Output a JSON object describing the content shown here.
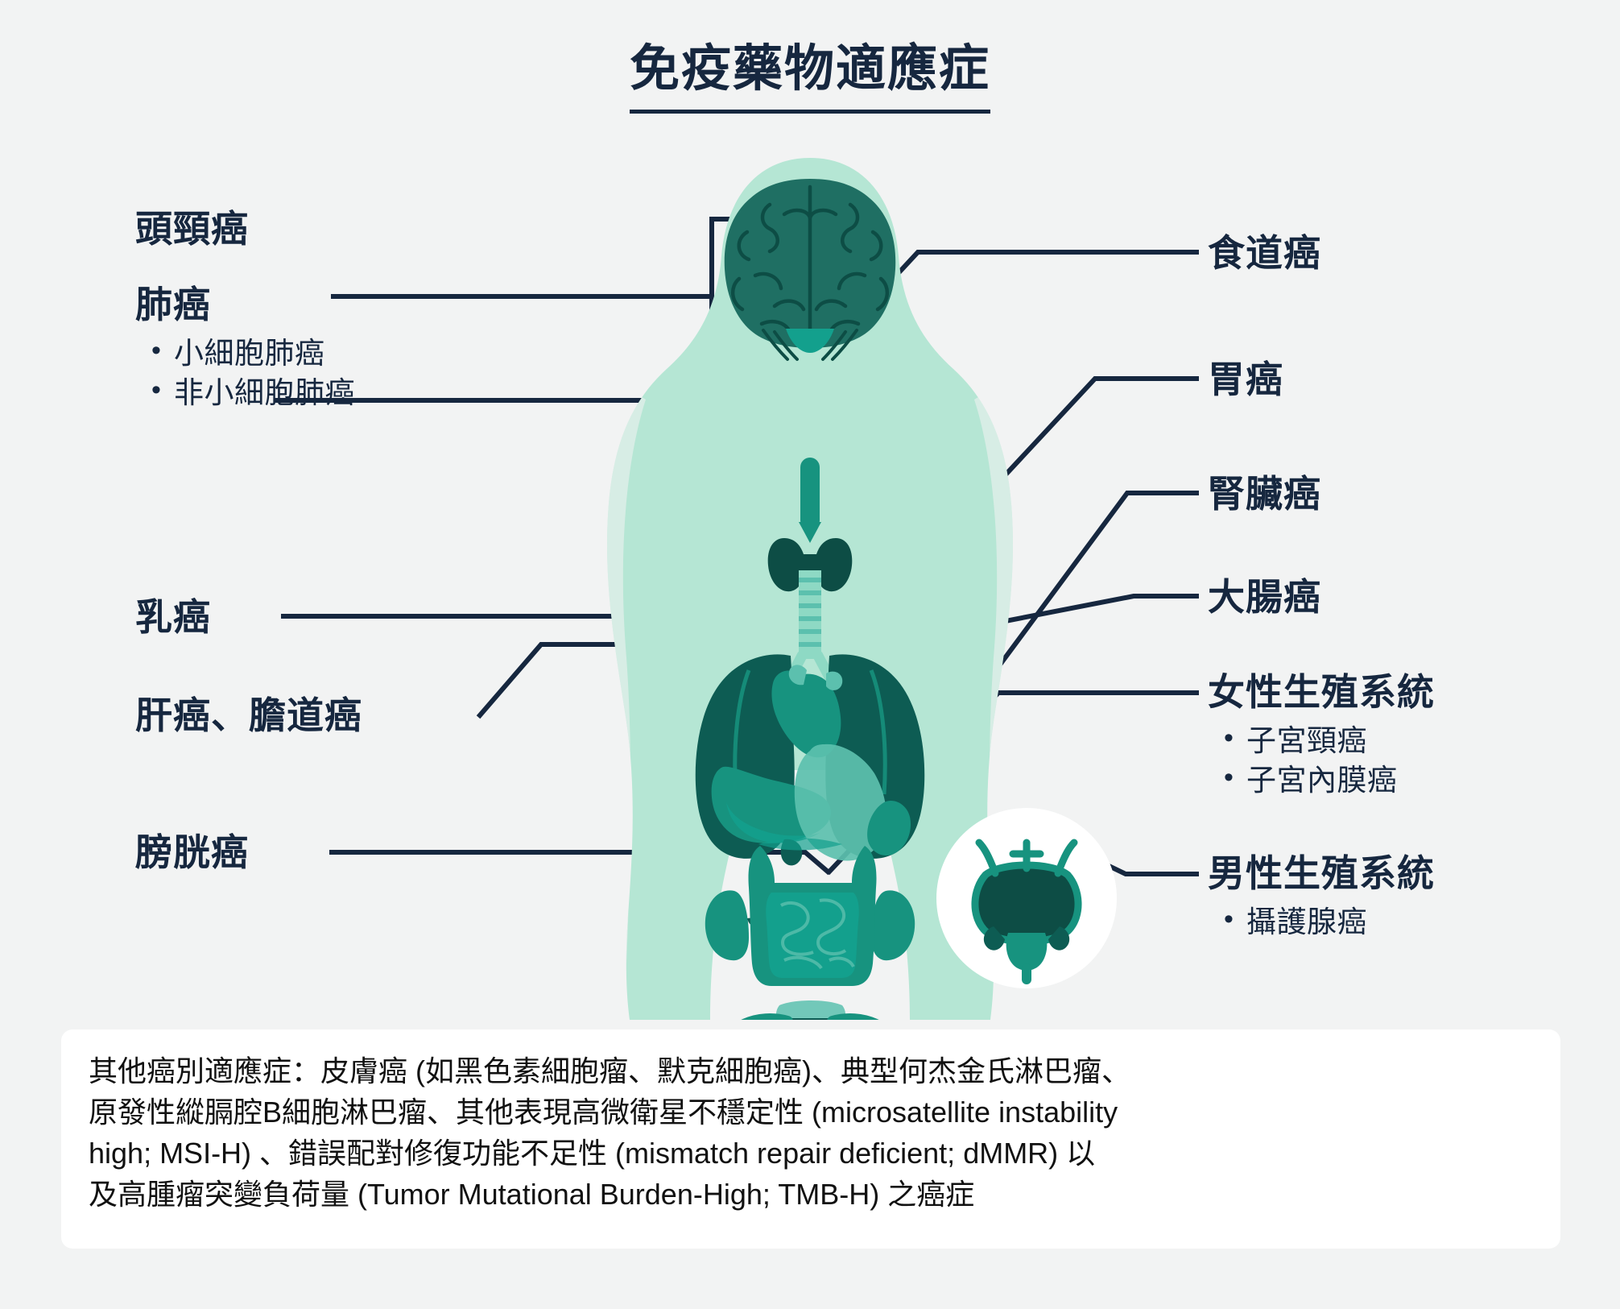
{
  "page": {
    "title": "免疫藥物適應症",
    "background_color": "#f2f3f3",
    "ink_color": "#16273f",
    "organ_colors": {
      "body_silhouette": "#b5e6d4",
      "organ_light": "#5cc0ae",
      "organ_mid": "#17937f",
      "organ_dark": "#0d5c53",
      "organ_deepest": "#0a4a44"
    }
  },
  "labels_left": [
    {
      "id": "head-neck",
      "main": "頭頸癌",
      "subs": []
    },
    {
      "id": "lung",
      "main": "肺癌",
      "subs": [
        "小細胞肺癌",
        "非小細胞肺癌"
      ]
    },
    {
      "id": "breast",
      "main": "乳癌",
      "subs": []
    },
    {
      "id": "liver-biliary",
      "main": "肝癌、膽道癌",
      "subs": []
    },
    {
      "id": "bladder",
      "main": "膀胱癌",
      "subs": []
    }
  ],
  "labels_right": [
    {
      "id": "esophageal",
      "main": "食道癌",
      "subs": []
    },
    {
      "id": "gastric",
      "main": "胃癌",
      "subs": []
    },
    {
      "id": "kidney",
      "main": "腎臟癌",
      "subs": []
    },
    {
      "id": "colorectal",
      "main": "大腸癌",
      "subs": []
    },
    {
      "id": "female-repro",
      "main": "女性生殖系統",
      "subs": [
        "子宮頸癌",
        "子宮內膜癌"
      ]
    },
    {
      "id": "male-repro",
      "main": "男性生殖系統",
      "subs": [
        "攝護腺癌"
      ]
    }
  ],
  "footnote": {
    "line1": "其他癌別適應症：皮膚癌 (如黑色素細胞瘤、默克細胞癌)、典型何杰金氏淋巴瘤、",
    "line2": "原發性縱膈腔B細胞淋巴瘤、其他表現高微衛星不穩定性 (microsatellite instability",
    "line3": "high; MSI-H) 、錯誤配對修復功能不足性 (mismatch repair deficient; dMMR) 以",
    "line4": "及高腫瘤突變負荷量 (Tumor Mutational Burden-High; TMB-H) 之癌症"
  },
  "anatomy": {
    "organs": [
      "brain",
      "thyroid",
      "trachea",
      "lungs",
      "heart",
      "liver",
      "stomach",
      "spleen",
      "kidneys",
      "large-intestine",
      "small-intestine",
      "bladder",
      "uterus",
      "ovaries",
      "prostate-inset"
    ]
  }
}
